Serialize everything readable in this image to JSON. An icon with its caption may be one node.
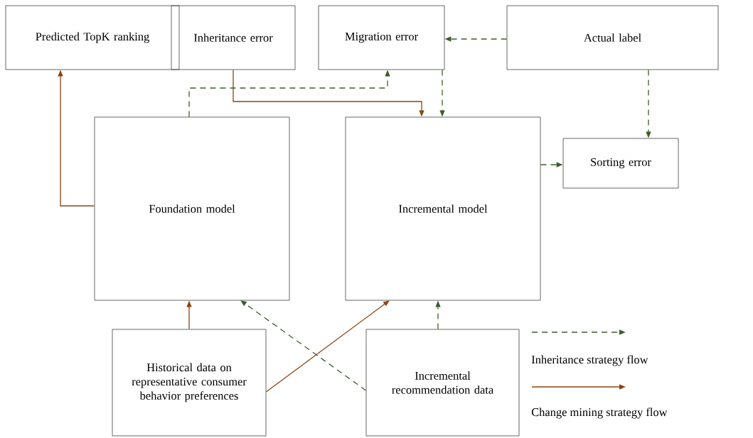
{
  "diagram": {
    "nodes": [
      {
        "text": [
          "Predicted TopK ranking"
        ]
      },
      {
        "text": [
          "Inheritance error"
        ]
      },
      {
        "text": [
          "Migration error"
        ]
      },
      {
        "text": [
          "Actual label"
        ]
      },
      {
        "text": [
          "Foundation model"
        ]
      },
      {
        "text": [
          "Incremental model"
        ]
      },
      {
        "text": [
          "Sorting error"
        ]
      },
      {
        "text": [
          "Historical data on representative consumer behavior preferences"
        ]
      },
      {
        "text": [
          "Incremental recommendation data"
        ]
      }
    ],
    "edges": [
      {
        "from": 4,
        "to": 0,
        "arrow": "to",
        "color": "#8b4513"
      },
      {
        "from": 1,
        "to": 5,
        "arrow": "to",
        "color": "#8b4513"
      },
      {
        "from": 4,
        "to": 2,
        "arrow": "to",
        "style": "dashed"
      },
      {
        "from": 3,
        "to": 2,
        "arrow": "to",
        "style": "dashed"
      },
      {
        "from": 2,
        "to": 5,
        "arrow": "to",
        "style": "dashed"
      },
      {
        "from": 3,
        "to": 6,
        "arrow": "to",
        "style": "dashed"
      },
      {
        "from": 5,
        "to": 6,
        "arrow": "to",
        "style": "dashed"
      },
      {
        "from": 7,
        "to": 4,
        "arrow": "to",
        "color": "#8b4513"
      },
      {
        "from": 7,
        "to": 5,
        "arrow": "to",
        "color": "#8b4513"
      },
      {
        "from": 8,
        "to": 4,
        "arrow": "to",
        "style": "dashed"
      },
      {
        "from": 8,
        "to": 5,
        "arrow": "to",
        "style": "dashed"
      }
    ],
    "legend": [
      {
        "text": "Inheritance strategy flow"
      },
      {
        "text": "Change mining strategy flow"
      }
    ]
  }
}
